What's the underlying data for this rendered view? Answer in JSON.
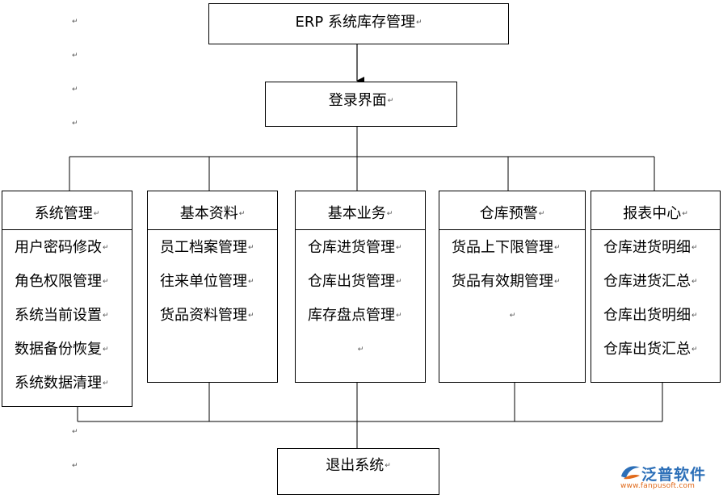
{
  "top": {
    "title": "ERP 系统库存管理"
  },
  "login": {
    "title": "登录界面"
  },
  "exit": {
    "title": "退出系统"
  },
  "columns": [
    {
      "title": "系统管理",
      "items": [
        "用户密码修改",
        "角色权限管理",
        "系统当前设置",
        "数据备份恢复",
        "系统数据清理"
      ]
    },
    {
      "title": "基本资料",
      "items": [
        "员工档案管理",
        "往来单位管理",
        "货品资料管理"
      ]
    },
    {
      "title": "基本业务",
      "items": [
        "仓库进货管理",
        "仓库出货管理",
        "库存盘点管理"
      ]
    },
    {
      "title": "仓库预警",
      "items": [
        "货品上下限管理",
        "货品有效期管理"
      ]
    },
    {
      "title": "报表中心",
      "items": [
        "仓库进货明细",
        "仓库进货汇总",
        "仓库出货明细",
        "仓库出货汇总"
      ]
    }
  ],
  "logo": {
    "name": "泛普软件",
    "url": "www.fanpusoft.com",
    "brand_color": "#2c6fb8",
    "accent_color": "#e06a1b"
  },
  "paragraph_mark": "↵"
}
